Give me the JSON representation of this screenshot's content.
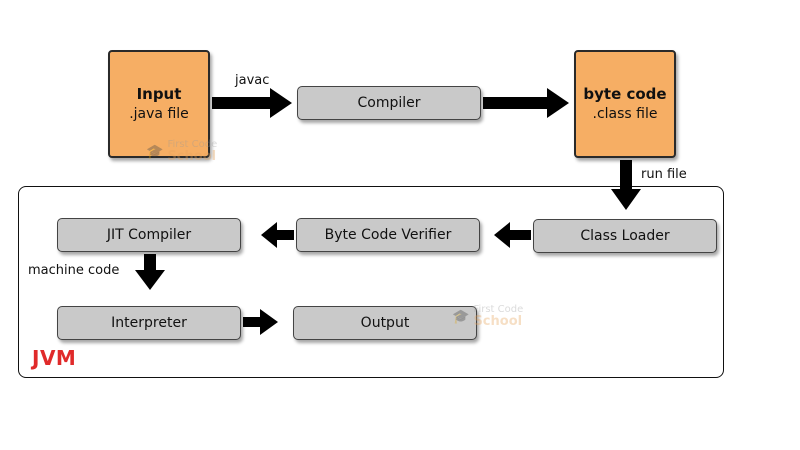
{
  "input_box": {
    "title": "Input",
    "subtitle": ".java file"
  },
  "bytecode_box": {
    "title": "byte code",
    "subtitle": ".class file"
  },
  "compiler": {
    "label": "Compiler"
  },
  "class_loader": {
    "label": "Class Loader"
  },
  "byte_code_verifier": {
    "label": "Byte Code Verifier"
  },
  "jit_compiler": {
    "label": "JIT Compiler"
  },
  "interpreter": {
    "label": "Interpreter"
  },
  "output": {
    "label": "Output"
  },
  "edge_labels": {
    "javac": "javac",
    "run_file": "run file",
    "machine_code": "machine code"
  },
  "jvm": {
    "label": "JVM"
  },
  "watermark": {
    "line1": "First Code",
    "line2": "School"
  },
  "colors": {
    "orange": "#f6ae64",
    "gray": "#c9c9c9",
    "jvm_red": "#e02a2a"
  }
}
